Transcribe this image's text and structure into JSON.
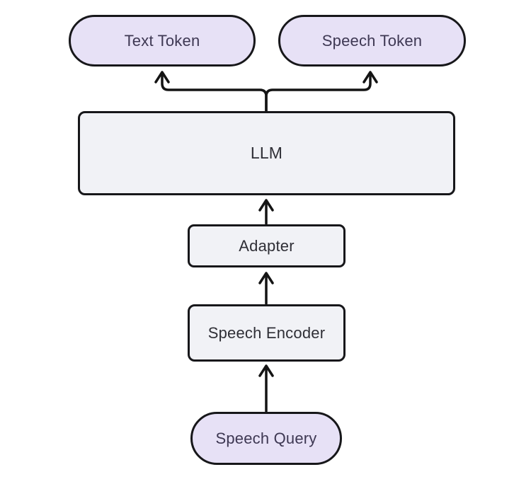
{
  "diagram": {
    "type": "architecture-flow",
    "background": "#ffffff",
    "nodes": {
      "text_token": {
        "label": "Text Token",
        "shape": "pill"
      },
      "speech_token": {
        "label": "Speech Token",
        "shape": "pill"
      },
      "llm": {
        "label": "LLM",
        "shape": "box"
      },
      "adapter": {
        "label": "Adapter",
        "shape": "box"
      },
      "speech_encoder": {
        "label": "Speech Encoder",
        "shape": "box"
      },
      "speech_query": {
        "label": "Speech Query",
        "shape": "pill"
      }
    },
    "edges": [
      {
        "from": "llm",
        "to": "text_token"
      },
      {
        "from": "llm",
        "to": "speech_token"
      },
      {
        "from": "adapter",
        "to": "llm"
      },
      {
        "from": "speech_encoder",
        "to": "adapter"
      },
      {
        "from": "speech_query",
        "to": "speech_encoder"
      }
    ],
    "colors": {
      "pill_fill": "#e7e1f6",
      "box_fill": "#f1f2f6",
      "border": "#17171a",
      "pill_text": "#3e3853",
      "box_text": "#2f2f36",
      "arrow": "#141414"
    }
  }
}
